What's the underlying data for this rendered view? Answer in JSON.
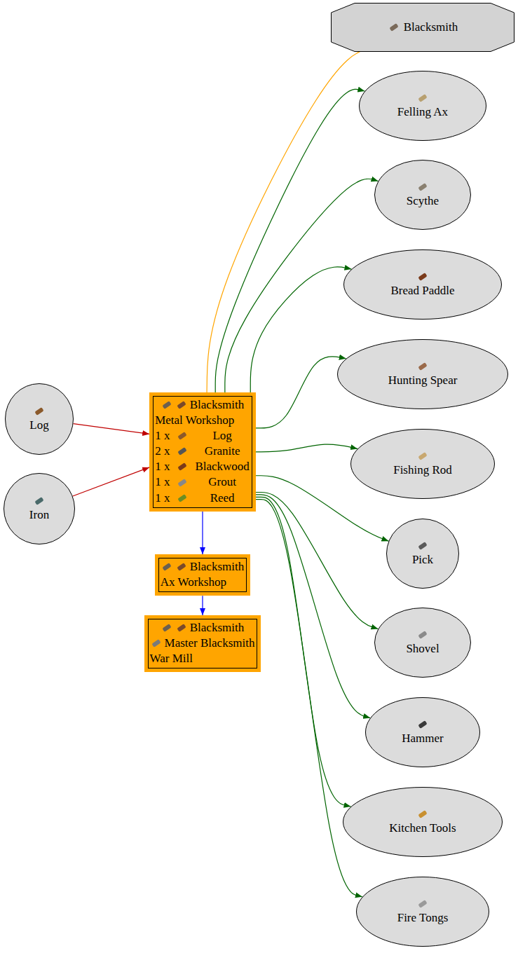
{
  "diagram": {
    "nodes": [
      {
        "text": [
          "Blacksmith"
        ]
      },
      {
        "text": [
          "Felling Ax"
        ]
      },
      {
        "text": [
          "Scythe"
        ]
      },
      {
        "text": [
          "Bread Paddle"
        ]
      },
      {
        "text": [
          "Hunting Spear"
        ]
      },
      {
        "text": [
          "Fishing Rod"
        ]
      },
      {
        "text": [
          "Pick"
        ]
      },
      {
        "text": [
          "Shovel"
        ]
      },
      {
        "text": [
          "Hammer"
        ]
      },
      {
        "text": [
          "Kitchen Tools"
        ]
      },
      {
        "text": [
          "Fire Tongs"
        ]
      },
      {
        "text": [
          "Log"
        ]
      },
      {
        "text": [
          "Iron"
        ]
      },
      {
        "text": [
          "Blacksmith",
          "Metal Workshop",
          "1 x",
          "Log",
          "2 x",
          "Granite",
          "1 x",
          "Blackwood",
          "1 x",
          "Grout",
          "1 x",
          "Reed"
        ]
      },
      {
        "text": [
          "Blacksmith",
          "Ax Workshop"
        ]
      },
      {
        "text": [
          "Blacksmith",
          "Master Blacksmith",
          "War Mill"
        ]
      }
    ],
    "edges": [
      {
        "from": 11,
        "to": 13,
        "arrow": "to"
      },
      {
        "from": 12,
        "to": 13,
        "arrow": "to"
      },
      {
        "from": 13,
        "to": 0,
        "arrow": "none"
      },
      {
        "from": 13,
        "to": 1,
        "arrow": "to"
      },
      {
        "from": 13,
        "to": 2,
        "arrow": "to"
      },
      {
        "from": 13,
        "to": 3,
        "arrow": "to"
      },
      {
        "from": 13,
        "to": 4,
        "arrow": "to"
      },
      {
        "from": 13,
        "to": 5,
        "arrow": "to"
      },
      {
        "from": 13,
        "to": 6,
        "arrow": "to"
      },
      {
        "from": 13,
        "to": 7,
        "arrow": "to"
      },
      {
        "from": 13,
        "to": 8,
        "arrow": "to"
      },
      {
        "from": 13,
        "to": 9,
        "arrow": "to"
      },
      {
        "from": 13,
        "to": 10,
        "arrow": "to"
      },
      {
        "from": 13,
        "to": 14,
        "arrow": "to"
      },
      {
        "from": 14,
        "to": 15,
        "arrow": "to"
      }
    ]
  }
}
